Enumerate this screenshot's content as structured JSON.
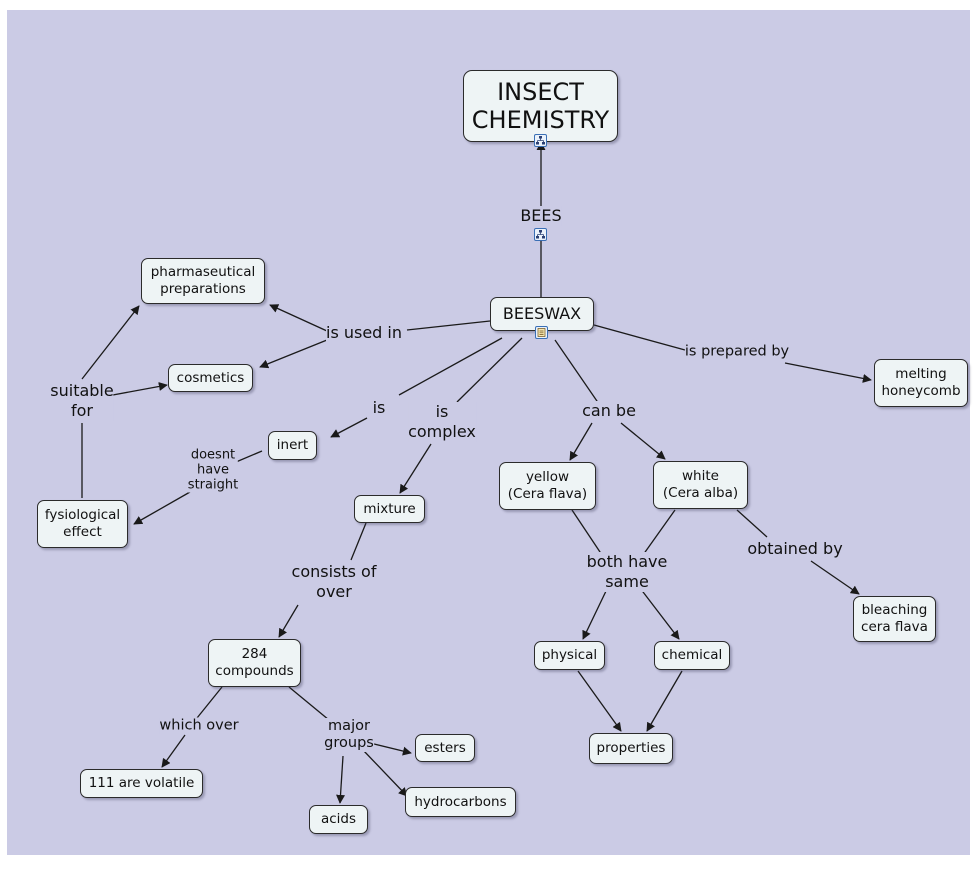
{
  "concepts": {
    "insect_chemistry": "INSECT\nCHEMISTRY",
    "beeswax": "BEESWAX",
    "pharmaceutical": "pharmaseutical\npreparations",
    "cosmetics": "cosmetics",
    "melting": "melting\nhoneycomb",
    "inert": "inert",
    "fysiological": "fysiological\neffect",
    "mixture": "mixture",
    "yellow": "yellow\n(Cera flava)",
    "white": "white\n(Cera alba)",
    "compounds": "284\ncompounds",
    "physical": "physical",
    "chemical": "chemical",
    "bleaching": "bleaching\ncera flava",
    "properties": "properties",
    "volatile": "111 are volatile",
    "esters": "esters",
    "hydrocarbons": "hydrocarbons",
    "acids": "acids"
  },
  "links": {
    "bees": "BEES",
    "is_used_in": "is used in",
    "suitable_for": "suitable\nfor",
    "is_prepared_by": "is prepared by",
    "is": "is",
    "is_complex": "is\ncomplex",
    "can_be": "can be",
    "doesnt": "doesnt\nhave\nstraight",
    "consists_of": "consists of\nover",
    "both_have": "both have\nsame",
    "obtained_by": "obtained by",
    "which_over": "which over",
    "major_groups": "major\ngroups"
  },
  "icons": {
    "submap": "concept-map-icon",
    "document": "document-icon"
  },
  "colors": {
    "background": "#cbcbe5",
    "node_fill": "#eef4f5",
    "line": "#1a1a1a"
  }
}
